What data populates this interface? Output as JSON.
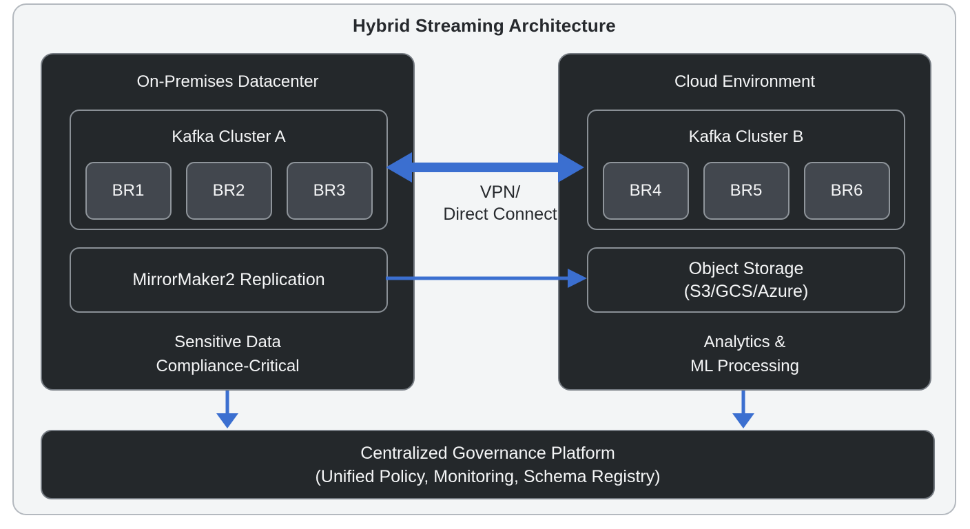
{
  "title": "Hybrid Streaming Architecture",
  "colors": {
    "accent_blue": "#3b6fd0",
    "panel_bg": "#24282b",
    "frame_bg": "#f3f5f6",
    "broker_bg": "#42474e",
    "text_light": "#f4f5f6",
    "text_dark": "#26292d"
  },
  "on_prem": {
    "title": "On-Premises Datacenter",
    "cluster": {
      "title": "Kafka Cluster A",
      "brokers": [
        "BR1",
        "BR2",
        "BR3"
      ]
    },
    "replication": "MirrorMaker2 Replication",
    "note_line1": "Sensitive Data",
    "note_line2": "Compliance-Critical"
  },
  "cloud": {
    "title": "Cloud Environment",
    "cluster": {
      "title": "Kafka Cluster B",
      "brokers": [
        "BR4",
        "BR5",
        "BR6"
      ]
    },
    "storage_line1": "Object Storage",
    "storage_line2": "(S3/GCS/Azure)",
    "note_line1": "Analytics &",
    "note_line2": "ML Processing"
  },
  "connections": {
    "vpn_line1": "VPN/",
    "vpn_line2": "Direct Connect"
  },
  "governance": {
    "line1": "Centralized Governance Platform",
    "line2": "(Unified Policy, Monitoring, Schema Registry)"
  }
}
